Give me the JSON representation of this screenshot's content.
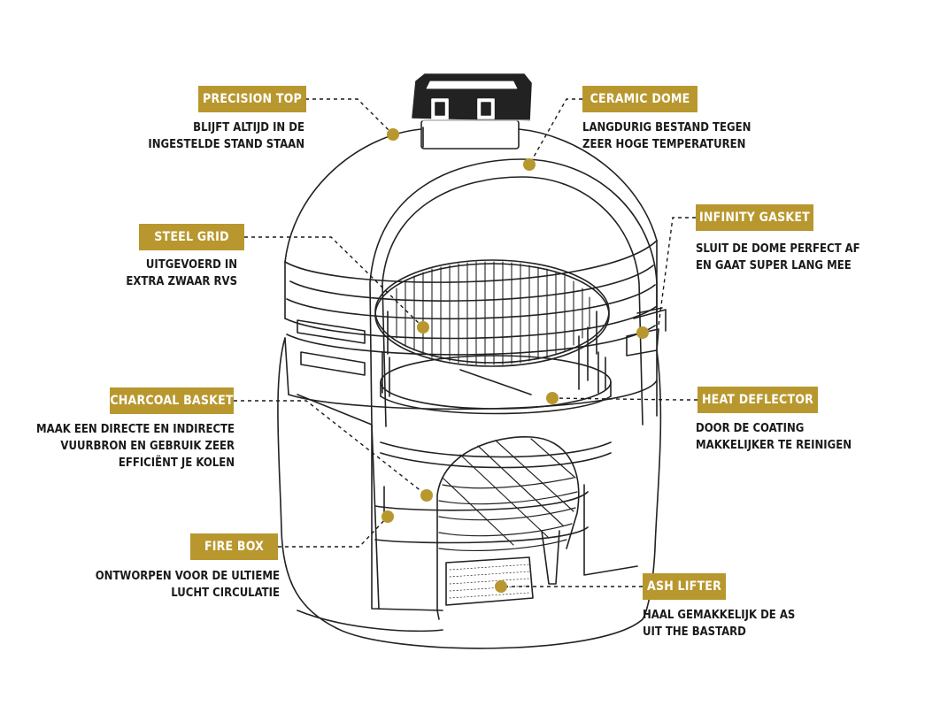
{
  "colors": {
    "gold": "#b8972e",
    "line": "#1a1a1a",
    "stroke": "#222222"
  },
  "labels": {
    "precision_top": {
      "title": "PRECISION TOP",
      "lines": [
        "BLIJFT ALTIJD IN DE",
        "INGESTELDE STAND STAAN"
      ]
    },
    "ceramic_dome": {
      "title": "CERAMIC DOME",
      "lines": [
        "LANGDURIG BESTAND TEGEN",
        "ZEER HOGE TEMPERATUREN"
      ]
    },
    "steel_grid": {
      "title": "STEEL GRID",
      "lines": [
        "UITGEVOERD IN",
        "EXTRA ZWAAR RVS"
      ]
    },
    "infinity_gasket": {
      "title": "INFINITY GASKET",
      "lines": [
        "SLUIT DE DOME PERFECT AF",
        "EN GAAT SUPER LANG MEE"
      ]
    },
    "charcoal_basket": {
      "title": "CHARCOAL BASKET",
      "lines": [
        "MAAK EEN DIRECTE EN INDIRECTE",
        "VUURBRON EN GEBRUIK ZEER",
        "EFFICIËNT JE KOLEN"
      ]
    },
    "heat_deflector": {
      "title": "HEAT DEFLECTOR",
      "lines": [
        "DOOR DE COATING",
        "MAKKELIJKER TE REINIGEN"
      ]
    },
    "fire_box": {
      "title": "FIRE BOX",
      "lines": [
        "ONTWORPEN VOOR DE ULTIEME",
        "LUCHT CIRCULATIE"
      ]
    },
    "ash_lifter": {
      "title": "ASH LIFTER",
      "lines": [
        "HAAL GEMAKKELIJK DE AS",
        "UIT THE BASTARD"
      ]
    }
  }
}
